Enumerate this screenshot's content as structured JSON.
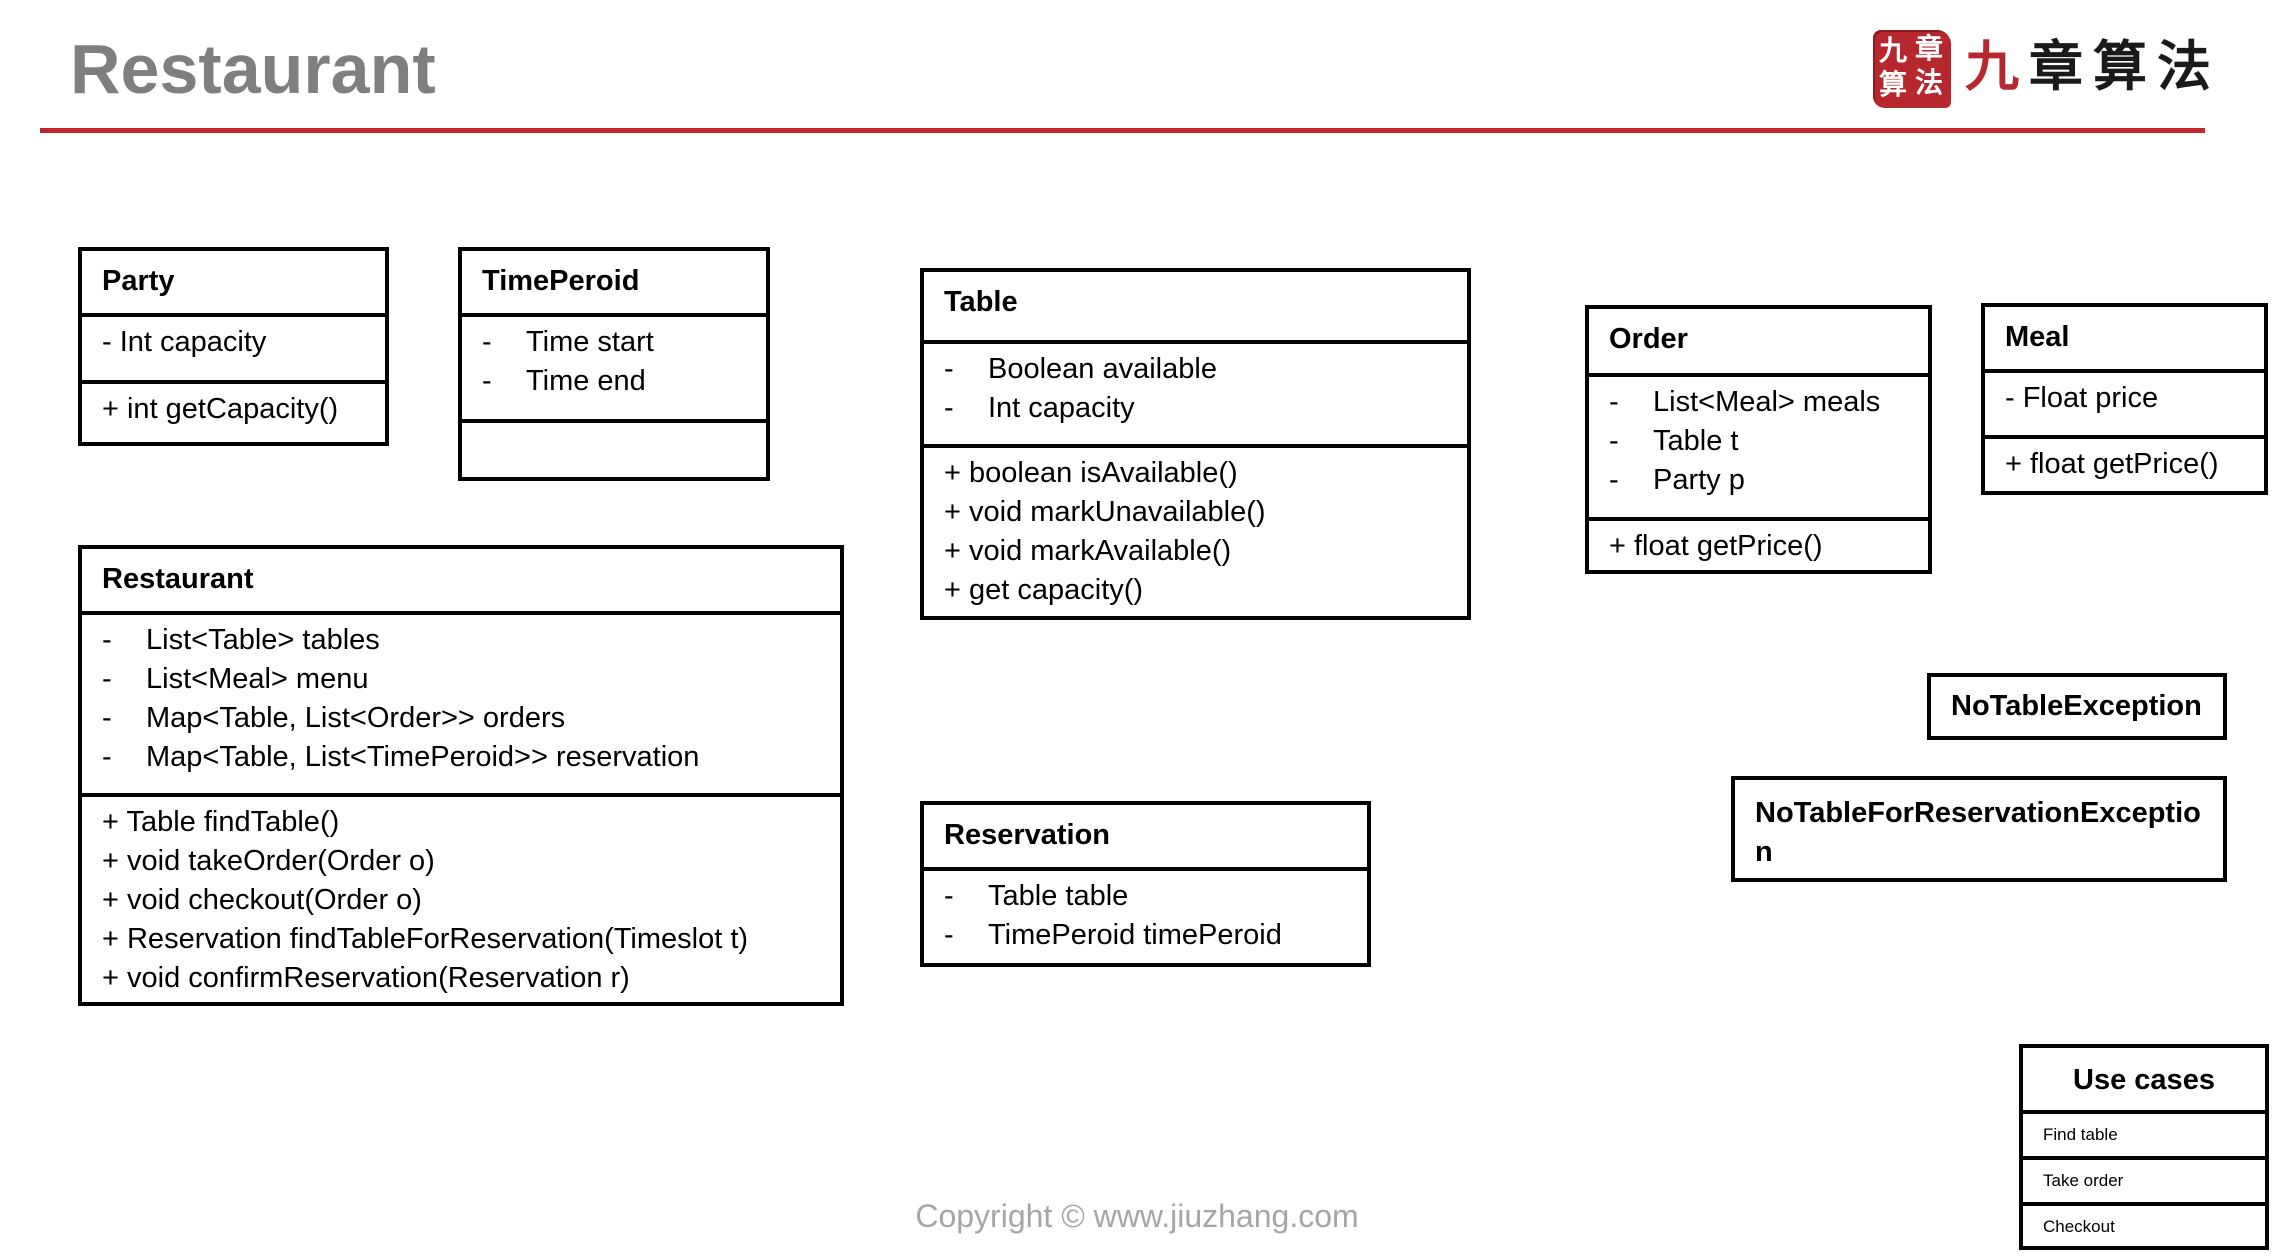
{
  "title": "Restaurant",
  "logo": {
    "seal_chars": [
      "九",
      "章",
      "算",
      "法"
    ],
    "text": "九章算法",
    "accent": "#b7282e"
  },
  "rule_color": "#c0282d",
  "classes": {
    "party": {
      "name": "Party",
      "attributes": [
        "- Int capacity"
      ],
      "methods": [
        "+ int getCapacity()"
      ]
    },
    "timeperoid": {
      "name": "TimePeroid",
      "attributes": [
        "Time start",
        "Time end"
      ],
      "methods": []
    },
    "table": {
      "name": "Table",
      "attributes": [
        "Boolean available",
        "Int capacity"
      ],
      "methods": [
        "+ boolean isAvailable()",
        "+ void markUnavailable()",
        "+ void markAvailable()",
        "+ get capacity()"
      ]
    },
    "order": {
      "name": "Order",
      "attributes": [
        "List<Meal> meals",
        "Table t",
        "Party p"
      ],
      "methods": [
        "+ float getPrice()"
      ]
    },
    "meal": {
      "name": "Meal",
      "attributes": [
        "- Float price"
      ],
      "methods": [
        "+ float getPrice()"
      ]
    },
    "restaurant": {
      "name": "Restaurant",
      "attributes": [
        "List<Table> tables",
        "List<Meal> menu",
        "Map<Table, List<Order>> orders",
        "Map<Table, List<TimePeroid>> reservation"
      ],
      "methods": [
        "+ Table findTable()",
        "+ void takeOrder(Order o)",
        "+ void checkout(Order o)",
        "+ Reservation findTableForReservation(Timeslot t)",
        "+ void confirmReservation(Reservation r)"
      ]
    },
    "reservation": {
      "name": "Reservation",
      "attributes": [
        "Table table",
        "TimePeroid timePeroid"
      ],
      "methods": []
    }
  },
  "exceptions": {
    "no_table": "NoTableException",
    "no_table_reservation_line1": "NoTableForReservationExceptio",
    "no_table_reservation_line2": "n"
  },
  "use_cases": {
    "title": "Use cases",
    "items": [
      "Find table",
      "Take order",
      "Checkout"
    ]
  },
  "copyright": "Copyright © www.jiuzhang.com"
}
